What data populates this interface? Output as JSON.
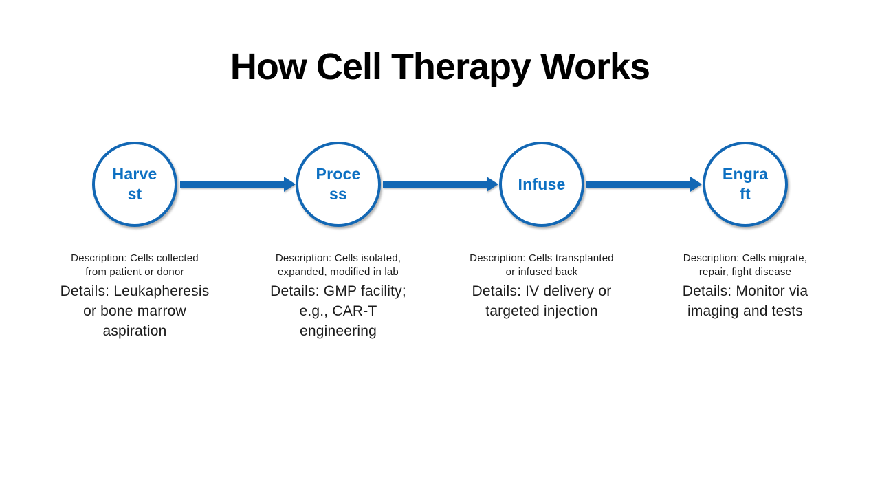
{
  "title": "How Cell Therapy Works",
  "colors": {
    "accent_blue": "#1267B4",
    "label_blue": "#0D70C2",
    "body_text": "#1B1B1B",
    "title_text": "#000000",
    "background": "#FFFFFF"
  },
  "steps": [
    {
      "label": "Harvest",
      "label_lines": [
        "Harve",
        "st"
      ],
      "description": "Description: Cells collected from patient or donor",
      "desc_lines": [
        "Description: Cells collected",
        "from patient or donor"
      ],
      "details": "Details: Leukapheresis or bone marrow aspiration",
      "details_lines": [
        "Details: Leukapheresis",
        "or bone marrow",
        "aspiration"
      ]
    },
    {
      "label": "Process",
      "label_lines": [
        "Proce",
        "ss"
      ],
      "description": "Description: Cells isolated, expanded, modified in lab",
      "desc_lines": [
        "Description: Cells isolated,",
        "expanded, modified in lab"
      ],
      "details": "Details: GMP facility; e.g., CAR-T engineering",
      "details_lines": [
        "Details: GMP facility;",
        "e.g., CAR-T",
        "engineering"
      ]
    },
    {
      "label": "Infuse",
      "label_lines": [
        "Infuse"
      ],
      "description": "Description: Cells transplanted or infused back",
      "desc_lines": [
        "Description: Cells transplanted",
        "or infused back"
      ],
      "details": "Details: IV delivery or targeted injection",
      "details_lines": [
        "Details: IV delivery or",
        "targeted injection"
      ]
    },
    {
      "label": "Engraft",
      "label_lines": [
        "Engra",
        "ft"
      ],
      "description": "Description: Cells migrate, repair, fight disease",
      "desc_lines": [
        "Description: Cells migrate,",
        "repair, fight disease"
      ],
      "details": "Details: Monitor via imaging and tests",
      "details_lines": [
        "Details: Monitor via",
        "imaging and tests"
      ]
    }
  ]
}
